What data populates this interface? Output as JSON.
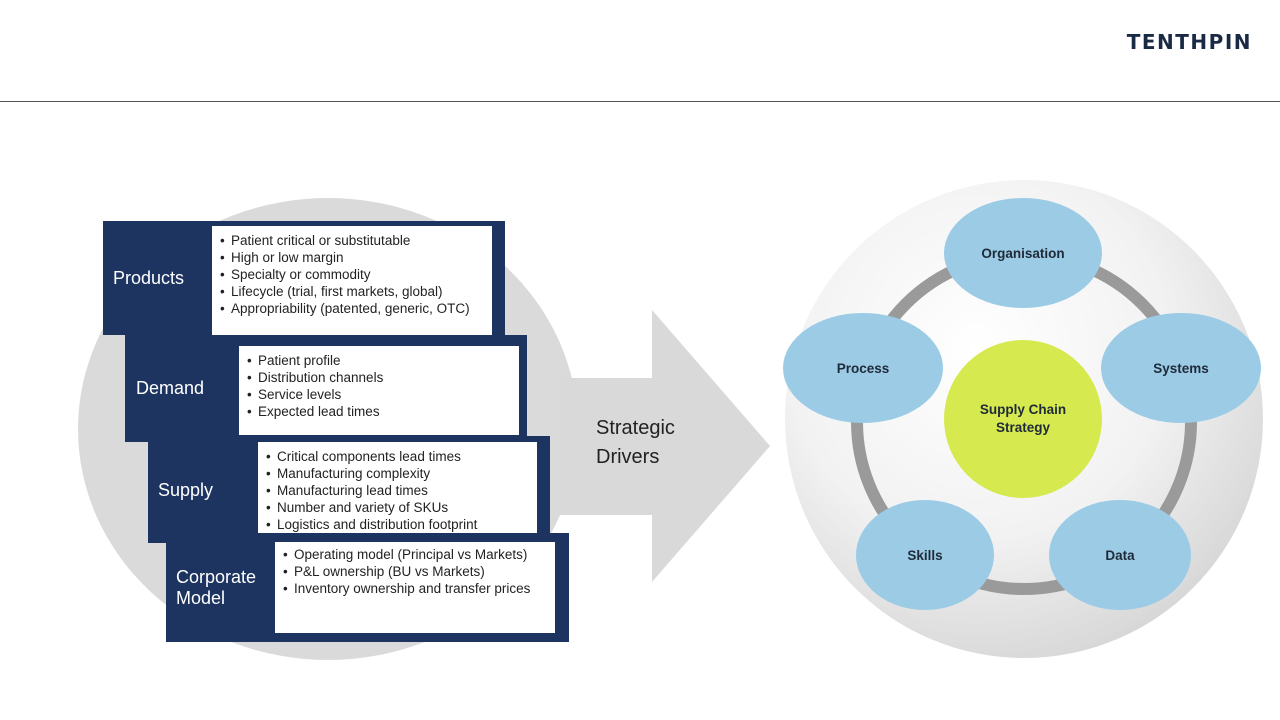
{
  "brand": {
    "logo_text": "TENTHPIN"
  },
  "drivers_label": "Strategic Drivers",
  "driver_cards": [
    {
      "title": "Products",
      "bullets": [
        "Patient critical or substitutable",
        "High or low margin",
        "Specialty or commodity",
        "Lifecycle (trial, first markets, global)",
        "Appropriability (patented, generic, OTC)"
      ]
    },
    {
      "title": "Demand",
      "bullets": [
        "Patient profile",
        "Distribution channels",
        "Service levels",
        "Expected lead times"
      ]
    },
    {
      "title": "Supply",
      "bullets": [
        "Critical components lead times",
        "Manufacturing complexity",
        "Manufacturing lead times",
        "Number and variety of SKUs",
        "Logistics and distribution footprint"
      ]
    },
    {
      "title": "Corporate Model",
      "bullets": [
        "Operating model (Principal vs Markets)",
        "P&L ownership (BU vs Markets)",
        "Inventory ownership and transfer prices"
      ]
    }
  ],
  "strategy": {
    "center": "Supply Chain Strategy",
    "nodes": {
      "organisation": "Organisation",
      "process": "Process",
      "systems": "Systems",
      "skills": "Skills",
      "data": "Data"
    }
  },
  "colors": {
    "navy": "#1d3461",
    "node_blue": "#9ccbe6",
    "center_green": "#d6e94f",
    "arrow_gray": "#d9d9d9"
  }
}
